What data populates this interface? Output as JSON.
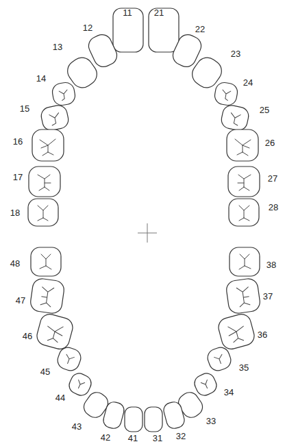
{
  "diagram": {
    "labels": [
      "11",
      "21",
      "12",
      "22",
      "13",
      "23",
      "14",
      "24",
      "15",
      "25",
      "16",
      "26",
      "17",
      "27",
      "18",
      "28",
      "48",
      "38",
      "47",
      "37",
      "46",
      "36",
      "45",
      "35",
      "44",
      "34",
      "43",
      "33",
      "42",
      "32",
      "41",
      "31"
    ]
  }
}
